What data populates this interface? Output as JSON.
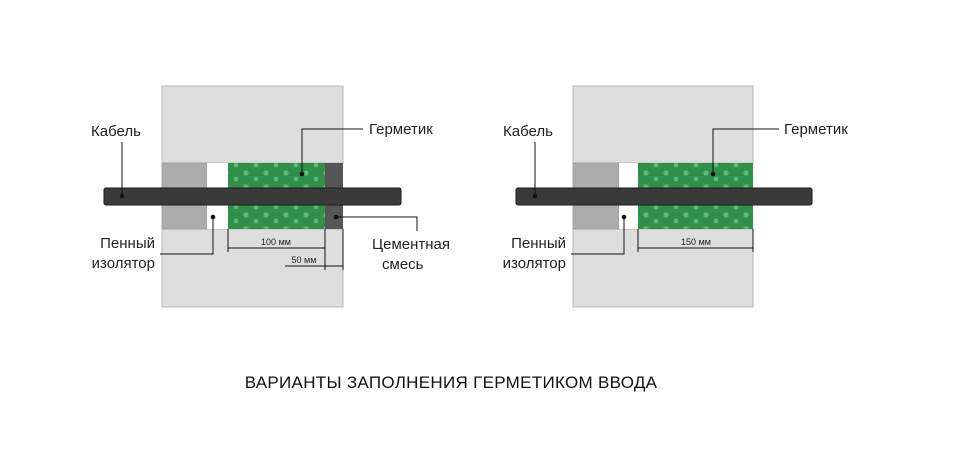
{
  "colors": {
    "wall": "#dedede",
    "wall_border": "#b5b5b5",
    "foam": "#acacac",
    "sealant": "#2f8f4b",
    "sealant_dot": "#5dba78",
    "cement": "#565656",
    "cable": "#3a3a3a",
    "leader": "#111111"
  },
  "diagram_left": {
    "cable_label": "Кабель",
    "sealant_label": "Герметик",
    "foam_label_line1": "Пенный",
    "foam_label_line2": "изолятор",
    "cement_label_line1": "Цементная",
    "cement_label_line2": "смесь",
    "dim_sealant": "100 мм",
    "dim_cement": "50 мм"
  },
  "diagram_right": {
    "cable_label": "Кабель",
    "sealant_label": "Герметик",
    "foam_label_line1": "Пенный",
    "foam_label_line2": "изолятор",
    "dim_sealant": "150 мм"
  },
  "caption": "ВАРИАНТЫ ЗАПОЛНЕНИЯ ГЕРМЕТИКОМ ВВОДА"
}
